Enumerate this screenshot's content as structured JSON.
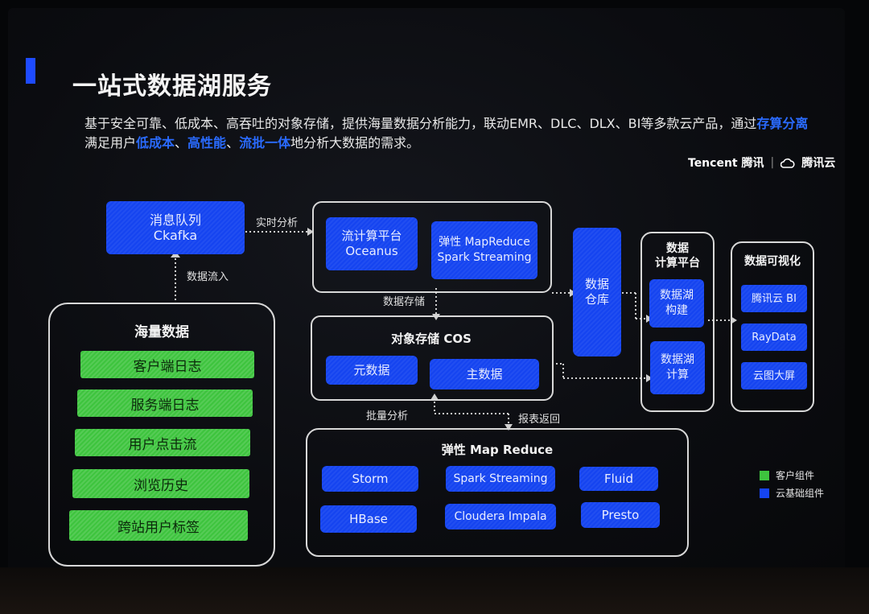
{
  "slide": {
    "title": "一站式数据湖服务",
    "subtitle_parts": [
      {
        "text": "基于安全可靠、低成本、高吞吐的对象存储，提供海量数据分析能力，联动EMR、DLC、DLX、BI等多款云产品，通过",
        "hl": false
      },
      {
        "text": "存算分离",
        "hl": true
      },
      {
        "text": "满足用户",
        "hl": false
      },
      {
        "text": "低成本",
        "hl": true
      },
      {
        "text": "、",
        "hl": false
      },
      {
        "text": "高性能",
        "hl": true
      },
      {
        "text": "、",
        "hl": false
      },
      {
        "text": "流批一体",
        "hl": true
      },
      {
        "text": "地分析大数据的需求。",
        "hl": false
      }
    ],
    "logo": {
      "brand": "Tencent 腾讯",
      "divider": "|",
      "product": "腾讯云"
    },
    "colors": {
      "accent": "#1e4bff",
      "highlight": "#2a6bff",
      "cloud_component": "#1544f0",
      "client_component": "#3ec43e"
    }
  },
  "diagram": {
    "kafka": {
      "line1": "消息队列",
      "line2": "Ckafka"
    },
    "massive_data": {
      "title": "海量数据",
      "items": [
        "客户端日志",
        "服务端日志",
        "用户点击流",
        "浏览历史",
        "跨站用户标签"
      ]
    },
    "stream_group": {
      "oceanus": {
        "line1": "流计算平台",
        "line2": "Oceanus"
      },
      "emr_stream": {
        "line1": "弹性 MapReduce",
        "line2": "Spark Streaming"
      }
    },
    "cos": {
      "title": "对象存储 COS",
      "items": [
        "元数据",
        "主数据"
      ]
    },
    "emr": {
      "title": "弹性 Map Reduce",
      "items": [
        "Storm",
        "Spark Streaming",
        "Fluid",
        "HBase",
        "Cloudera Impala",
        "Presto"
      ]
    },
    "warehouse": {
      "line1": "数据",
      "line2": "仓库"
    },
    "compute": {
      "title_line1": "数据",
      "title_line2": "计算平台",
      "build": {
        "line1": "数据湖",
        "line2": "构建"
      },
      "calc": {
        "line1": "数据湖",
        "line2": "计算"
      }
    },
    "visual": {
      "title": "数据可视化",
      "items": [
        "腾讯云 BI",
        "RayData",
        "云图大屏"
      ]
    },
    "flow_labels": {
      "realtime": "实时分析",
      "inflow": "数据流入",
      "storage": "数据存储",
      "batch": "批量分析",
      "report": "报表返回"
    }
  },
  "legend": [
    {
      "label": "客户组件",
      "color": "#3ec43e"
    },
    {
      "label": "云基础组件",
      "color": "#1544f0"
    }
  ]
}
